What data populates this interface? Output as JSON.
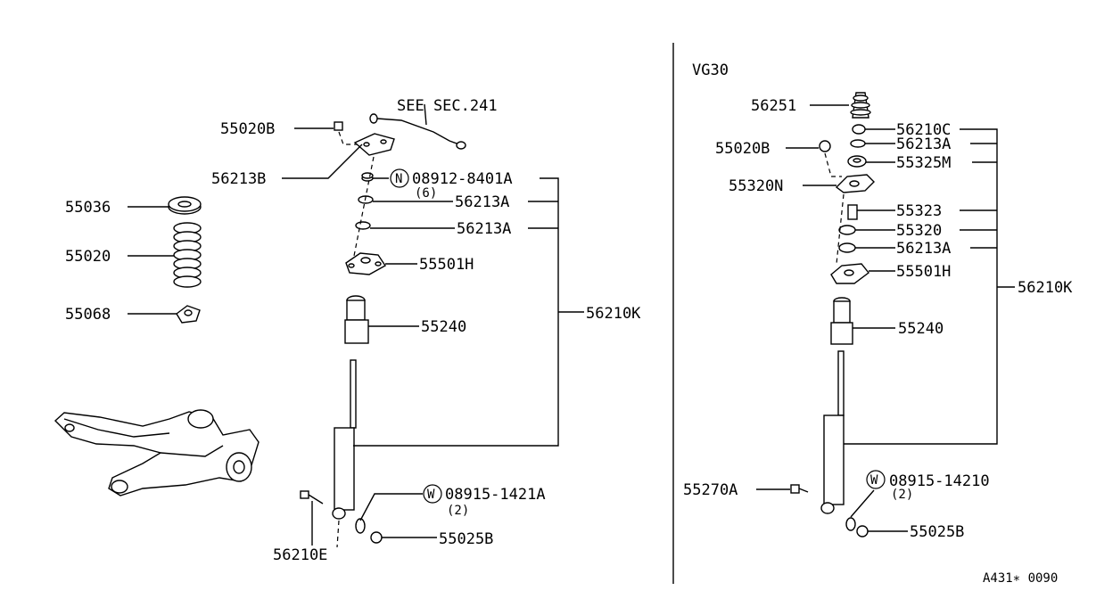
{
  "left": {
    "see_sec": "SEE SEC.241",
    "p55020b": "55020B",
    "p56213b": "56213B",
    "n_mark": "N",
    "p08912": "08912-8401A",
    "qty6": "(6)",
    "p56213a_1": "56213A",
    "p56213a_2": "56213A",
    "p55501h": "55501H",
    "p55240": "55240",
    "p56210k": "56210K",
    "p55036": "55036",
    "p55020": "55020",
    "p55068": "55068",
    "w_mark": "W",
    "p08915": "08915-1421A",
    "qty2": "(2)",
    "p55025b": "55025B",
    "p56210e": "56210E"
  },
  "right": {
    "variant": "VG30",
    "p56251": "56251",
    "p56210c": "56210C",
    "p56213a_top": "56213A",
    "p55325m": "55325M",
    "p55020b": "55020B",
    "p55320n": "55320N",
    "p55323": "55323",
    "p55320": "55320",
    "p56213a": "56213A",
    "p55501h": "55501H",
    "p56210k": "56210K",
    "p55240": "55240",
    "w_mark": "W",
    "p08915": "08915-14210",
    "qty2": "(2)",
    "p55270a": "55270A",
    "p55025b": "55025B"
  },
  "footer": {
    "code": "A431∗ 0090"
  }
}
